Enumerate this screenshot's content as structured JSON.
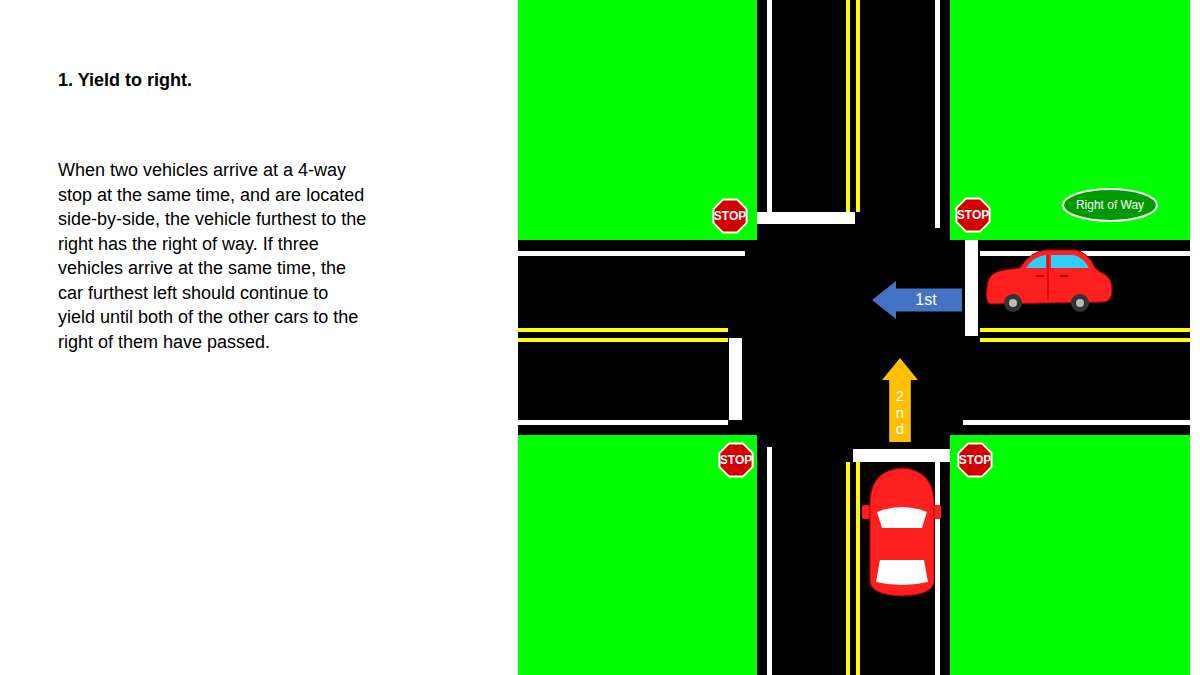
{
  "diagram": {
    "title": "1. Yield to right.",
    "nodes": [
      {
        "text": [
          "STOP"
        ]
      },
      {
        "text": [
          "STOP"
        ]
      },
      {
        "text": [
          "Right of Way"
        ]
      },
      {
        "text": [
          "1st"
        ]
      },
      {
        "text": [
          "2nd"
        ]
      },
      {
        "text": [
          "STOP"
        ]
      },
      {
        "text": [
          "STOP"
        ]
      }
    ],
    "labels": [
      "When two vehicles arrive at a 4-way stop at the same time, and are located side-by-side, the vehicle furthest to the right has the right of way. If three vehicles arrive at the same time, the car furthest left should continue to yield until both of the other cars to the right of them have passed."
    ]
  }
}
